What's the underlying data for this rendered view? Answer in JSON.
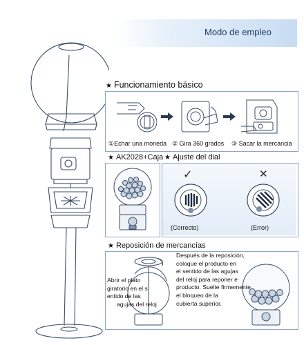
{
  "header": {
    "title": "Modo de empleo"
  },
  "basic": {
    "heading": "Funcionamiento básico",
    "steps": [
      "①Echar una moneda",
      "② Gira 360 grados",
      "③ Sacar la mercancia"
    ]
  },
  "model": {
    "heading": "AK2028+Caja"
  },
  "dial": {
    "heading": "Ajuste del dial",
    "correct_label": "(Correcto)",
    "error_label": "(Error)",
    "check_symbol": "✓",
    "cross_symbol": "✕"
  },
  "restock": {
    "heading": "Reposición de mercancías",
    "left_text": [
      "Abrir el plato",
      "giratorio en el s",
      "entido de las",
      "agujas del reloj"
    ],
    "right_text": [
      "Después de la reposición,",
      "coloque el producto en",
      "el sentido de las agujas",
      "del reloj para reponer e",
      "producto. Suelte firmemente",
      "el bloqueo de la",
      "cubierta superior."
    ]
  },
  "colors": {
    "line": "#3a4d66",
    "panel_border": "#8aa6c8",
    "banner": "#c7dcf2"
  }
}
